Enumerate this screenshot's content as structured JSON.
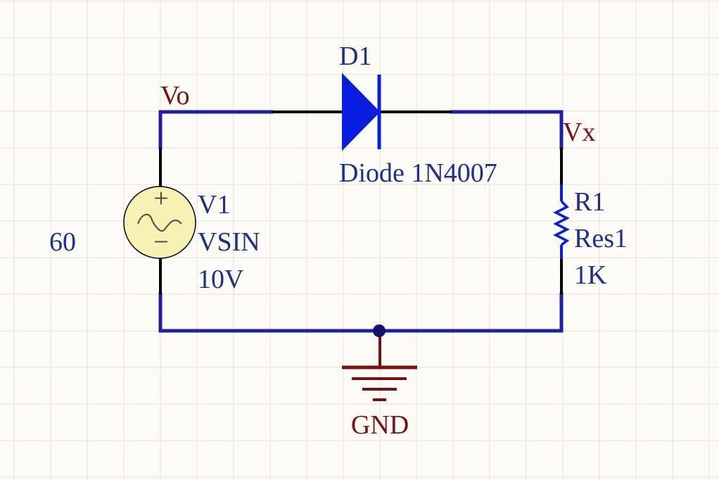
{
  "colors": {
    "background": "#fcfbf6",
    "grid": "#e4e1d8",
    "wire": "#1e1ea8",
    "pin": "#000000",
    "component": "#0a1ee0",
    "source_fill": "#f6f2b4",
    "label_blue": "#1e2e8c",
    "label_red": "#7a1010",
    "ground": "#7a1010",
    "junction": "#12126e"
  },
  "nets": {
    "vo": "Vo",
    "vx": "Vx",
    "gnd": "GND"
  },
  "diode": {
    "designator": "D1",
    "comment": "Diode 1N4007"
  },
  "source": {
    "designator": "V1",
    "type": "VSIN",
    "amplitude": "10V",
    "frequency": "60",
    "plus_sign": "+",
    "minus_sign": "−"
  },
  "resistor": {
    "designator": "R1",
    "comment": "Res1",
    "value": "1K"
  }
}
